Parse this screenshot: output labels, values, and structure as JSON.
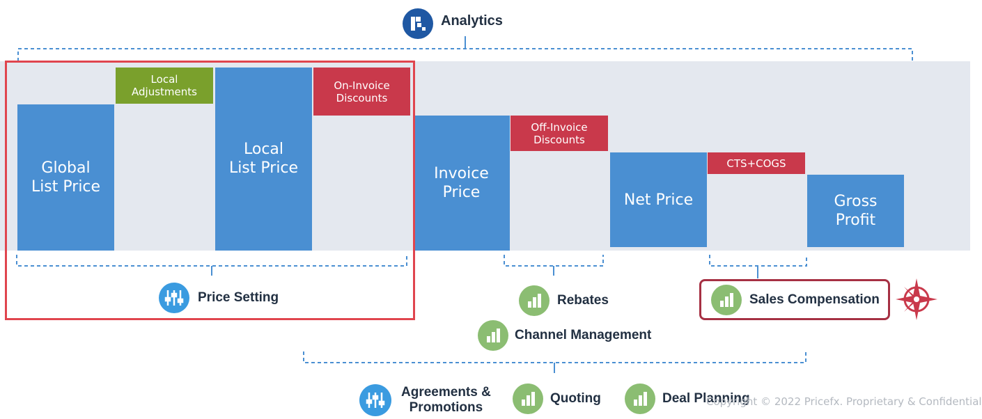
{
  "analytics": {
    "label": "Analytics",
    "icon": "analytics-logo-icon"
  },
  "bars": {
    "global_list_price": "Global\nList Price",
    "local_list_price": "Local\nList Price",
    "invoice_price": "Invoice\nPrice",
    "net_price": "Net Price",
    "gross_profit": "Gross\nProfit"
  },
  "tags": {
    "local_adjustments": "Local\nAdjustments",
    "on_invoice_discounts": "On-Invoice\nDiscounts",
    "off_invoice_discounts": "Off-Invoice\nDiscounts",
    "cts_cogs": "CTS+COGS"
  },
  "groups": {
    "price_setting": {
      "label": "Price Setting",
      "icon": "sliders-icon"
    },
    "rebates": {
      "label": "Rebates",
      "icon": "bar-chart-icon"
    },
    "sales_compensation": {
      "label": "Sales Compensation",
      "icon": "bar-chart-icon",
      "badge_icon": "compass-icon"
    },
    "channel_management": {
      "label": "Channel Management",
      "icon": "bar-chart-icon"
    },
    "agreements_promotions": {
      "label": "Agreements &\nPromotions",
      "icon": "sliders-icon"
    },
    "quoting": {
      "label": "Quoting",
      "icon": "bar-chart-icon"
    },
    "deal_planning": {
      "label": "Deal Planning",
      "icon": "bar-chart-icon"
    }
  },
  "copyright": "Copyright © 2022 Pricefx. Proprietary & Confidential",
  "colors": {
    "bar_blue": "#4a8fd2",
    "adjustment_green": "#7aa02c",
    "discount_red": "#c9394b",
    "band_gray": "#e4e8ef",
    "bracket_blue": "#4a8fd2",
    "highlight_red": "#e0454e",
    "sales_comp_border": "#a63043"
  }
}
